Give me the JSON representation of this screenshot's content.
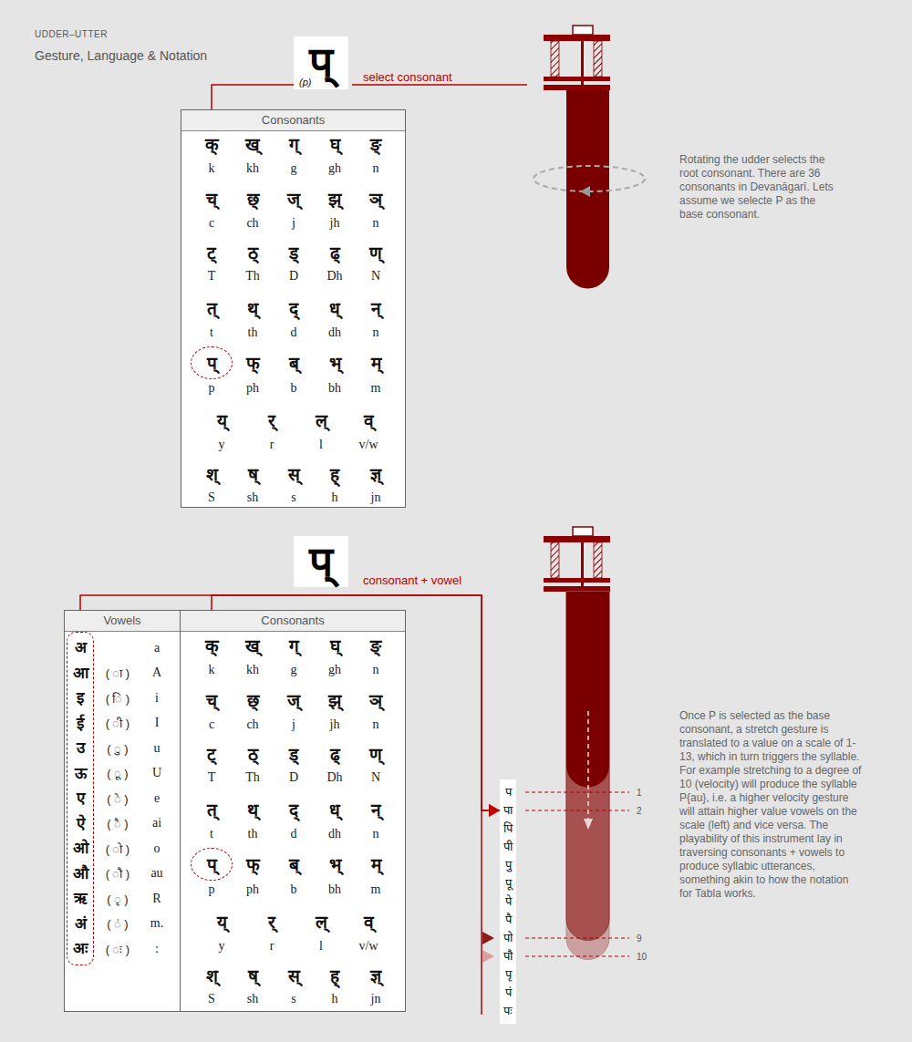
{
  "diagram": {
    "title": "UDDER–UTTER",
    "nodes": [
      {
        "text": [
          "प्",
          "(p)"
        ]
      },
      {
        "text": [
          "Consonants"
        ]
      },
      {
        "text": [
          "प्"
        ],
        "in": 1
      },
      {
        "text": [
          "प्"
        ]
      },
      {
        "text": [
          "Vowels"
        ]
      },
      {
        "text": [
          "अ",
          "आ",
          "इ",
          "ई",
          "उ",
          "ऊ",
          "ए",
          "ऐ",
          "ओ",
          "औ",
          "ऋ",
          "अं",
          "अः"
        ],
        "in": 4
      },
      {
        "text": [
          "Consonants"
        ]
      },
      {
        "text": [
          "प्"
        ],
        "in": 6
      },
      {
        "text": [
          "प",
          "पा",
          "पि",
          "पी",
          "पु",
          "पू",
          "पे",
          "पै",
          "पो",
          "पौ",
          "पृ",
          "पं",
          "पः"
        ]
      }
    ],
    "edges": [
      {
        "from": 2,
        "to": 0,
        "arrow": "none"
      },
      {
        "from": 5,
        "to": 8,
        "arrow": "to"
      },
      {
        "from": 7,
        "to": 8,
        "arrow": "to"
      }
    ],
    "labels": [
      "Gesture, Language & Notation",
      "select consonant",
      "Rotating the udder selects the root consonant. There are 36 consonants in Devanāgarī. Lets assume we selecte P as the base consonant.",
      "क्",
      "ख्",
      "ग्",
      "घ्",
      "ङ्",
      "k",
      "kh",
      "g",
      "gh",
      "n",
      "च्",
      "छ्",
      "ज्",
      "झ्",
      "ञ्",
      "c",
      "ch",
      "j",
      "jh",
      "n",
      "ट्",
      "ठ्",
      "ड्",
      "ढ्",
      "ण्",
      "T",
      "Th",
      "D",
      "Dh",
      "N",
      "त्",
      "थ्",
      "द्",
      "ध्",
      "न्",
      "t",
      "th",
      "d",
      "dh",
      "n",
      "फ्",
      "ब्",
      "भ्",
      "म्",
      "p",
      "ph",
      "b",
      "bh",
      "m",
      "य्",
      "र्",
      "ल्",
      "व्",
      "y",
      "r",
      "l",
      "v/w",
      "श्",
      "ष्",
      "स्",
      "ह्",
      "ज्ञ्",
      "S",
      "sh",
      "s",
      "h",
      "jn",
      "consonant + vowel",
      "क्",
      "ख्",
      "ग्",
      "घ्",
      "ङ्",
      "k",
      "kh",
      "g",
      "gh",
      "n",
      "च्",
      "छ्",
      "ज्",
      "झ्",
      "ञ्",
      "c",
      "ch",
      "j",
      "jh",
      "n",
      "ट्",
      "ठ्",
      "ड्",
      "ढ्",
      "ण्",
      "T",
      "Th",
      "D",
      "Dh",
      "N",
      "त्",
      "थ्",
      "द्",
      "ध्",
      "न्",
      "t",
      "th",
      "d",
      "dh",
      "n",
      "फ्",
      "ब्",
      "भ्",
      "म्",
      "p",
      "ph",
      "b",
      "bh",
      "m",
      "य्",
      "र्",
      "ल्",
      "व्",
      "y",
      "r",
      "l",
      "v/w",
      "श्",
      "ष्",
      "स्",
      "ह्",
      "ज्ञ्",
      "S",
      "sh",
      "s",
      "h",
      "jn",
      "( ा )",
      "( ि )",
      "( ी )",
      "( ु )",
      "( ू )",
      "( े )",
      "( ै )",
      "( ो )",
      "( ौ )",
      "( ृ )",
      "( ं )",
      "( ः )",
      "a",
      "A",
      "i",
      "I",
      "u",
      "U",
      "e",
      "ai",
      "o",
      "au",
      "R",
      "m.",
      ":",
      "1",
      "2",
      "9",
      "10",
      "Once P is selected as the base consonant, a stretch gesture is translated to a value on a scale of 1-13, which in turn triggers the syllable. For example stretching to a degree of 10 (velocity) will produce the syllable P{au}, i.e. a higher velocity gesture will attain higher value vowels on the scale (left) and vice versa. The playability of this instrument lay in traversing consonants + vowels to produce syllabic utterances, something akin to how the notation for Tabla works."
    ]
  }
}
